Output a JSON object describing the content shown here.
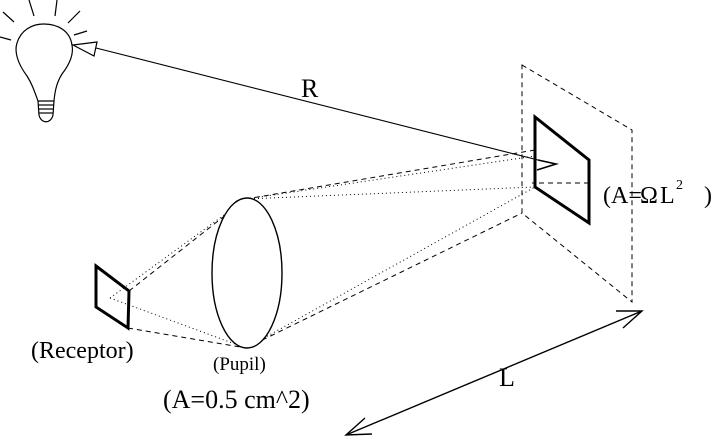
{
  "labels": {
    "distance_r": "R",
    "distance_l": "L",
    "receptor": "(Receptor)",
    "pupil": "(Pupil)",
    "pupil_area": "(A=0.5 cm^2)",
    "source_area_prefix": "(A=",
    "source_area_omega": "Ω",
    "source_area_l": "L",
    "source_area_exp": "2",
    "source_area_suffix": ")"
  },
  "colors": {
    "ink": "#000000",
    "background": "#ffffff"
  },
  "icons": [
    "light-bulb-icon",
    "arrowhead-icon"
  ]
}
